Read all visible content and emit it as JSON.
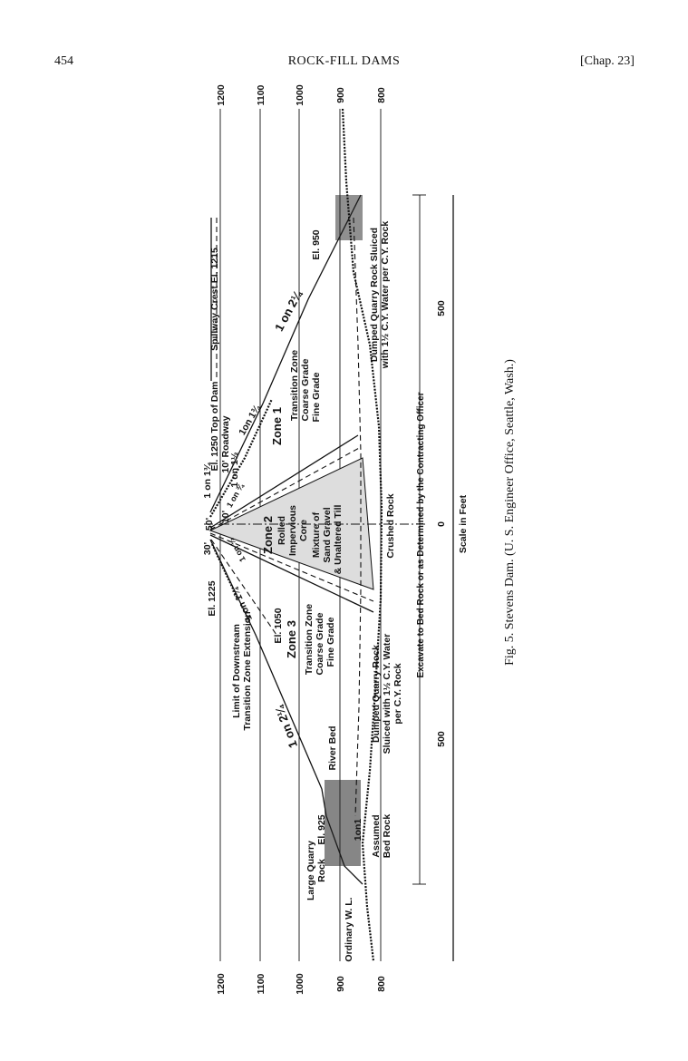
{
  "header": {
    "page_number": "454",
    "title": "ROCK-FILL DAMS",
    "chapter": "[Chap. 23]"
  },
  "figure": {
    "caption": "Fig. 5.  Stevens Dam.  (U. S. Engineer Office, Seattle, Wash.)",
    "elevations": [
      "1200",
      "1100",
      "1000",
      "900",
      "800"
    ],
    "scale": {
      "title": "Scale in Feet",
      "ticks": [
        "500",
        "0",
        "500"
      ]
    },
    "labels": {
      "spillway": "Spillway Crest El. 1215",
      "top_of_dam": "El. 1250 Top of Dam",
      "roadway": "10' Roadway",
      "slope_1on1_3_4_top": "1 on 1¾",
      "slope_1on1_1_2": "1 on 1½",
      "slope_1on1_3_4_up": "1on 1¾",
      "slope_1on2_1_4_up": "1 on 2¼",
      "el_950": "El. 950",
      "zone1": "Zone 1",
      "transition_zone_up": "Transition Zone",
      "coarse_grade_up": "Coarse Grade",
      "fine_grade_up": "Fine Grade",
      "dumped_up_1": "Dumped Quarry Rock Sluiced",
      "dumped_up_2": "with 1½ C.Y. Water per C.Y. Rock",
      "excavate": "Excavate to Bed Rock or as Determined by the Contracting Officer",
      "dim_50": "50'",
      "dim_30": "30'",
      "dim_10": "10'",
      "slope_1on3_4": "1 on ¾",
      "slope_1on1_2": "1 on ½",
      "zone2": "Zone 2",
      "core_1": "Rolled",
      "core_2": "Impervious",
      "core_3": "Core",
      "mix_1": "Mixture of",
      "mix_2": "Sand Gravel",
      "mix_3": "& Unaltered Till",
      "crushed_rock": "Crushed Rock",
      "el_1225": "El. 1225",
      "slope_1on1_3_4_down": "1 on 1¾",
      "limit_1": "Limit of Downstream",
      "limit_2": "Transition Zone Extension",
      "el_1050": "El. 1050",
      "zone3": "Zone 3",
      "transition_zone_down": "Transition Zone",
      "coarse_grade_down": "Coarse Grade",
      "fine_grade_down": "Fine Grade",
      "slope_1on2_1_4_down": "1 on 2¼",
      "river_bed": "River Bed",
      "dumped_down_1": "Dumped Quarry Rock",
      "dumped_down_2": "Sluiced with 1½ C.Y. Water",
      "dumped_down_3": "per C.Y. Rock",
      "large_quarry_1": "Large Quarry",
      "large_quarry_2": "Rock",
      "el_925": "El. 925",
      "slope_1on1": "1on1",
      "assumed_1": "Assumed",
      "assumed_2": "Bed Rock",
      "ordinary_wl": "Ordinary W. L."
    }
  }
}
